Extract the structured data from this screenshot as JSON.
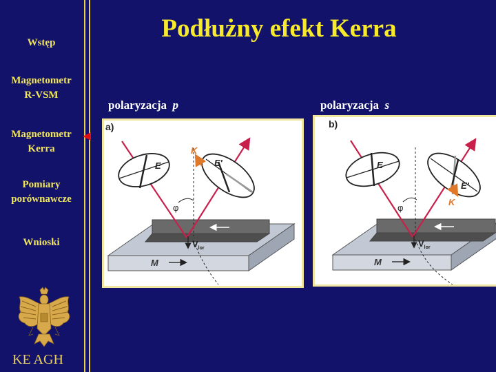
{
  "nav": {
    "items": [
      {
        "label": "Wstęp"
      },
      {
        "label": "Magnetometr\nR-VSM"
      },
      {
        "label": "Magnetometr\nKerra"
      },
      {
        "label": "Pomiary\nporównawcze"
      },
      {
        "label": "Wnioski"
      }
    ],
    "footer": "KE AGH"
  },
  "slide": {
    "title": "Podłużny efekt Kerra",
    "caption_p_prefix": "polaryzacja",
    "caption_p_var": "p",
    "caption_s_prefix": "polaryzacja",
    "caption_s_var": "s"
  },
  "figure_a": {
    "tag": "a)",
    "k": "K",
    "e": "E",
    "e_prime": "E'",
    "phi": "φ",
    "v": "V",
    "v_sub": "lor",
    "m": "M"
  },
  "figure_b": {
    "tag": "b)",
    "k": "K",
    "e": "E",
    "e_prime": "E'",
    "phi": "φ",
    "v": "V",
    "v_sub": "lor",
    "m": "M"
  },
  "colors": {
    "background": "#12126a",
    "nav_text": "#f2e65a",
    "title": "#f7ea2a",
    "beam": "#c8204a",
    "k_vector": "#e0782a",
    "marker": "#e01010"
  }
}
